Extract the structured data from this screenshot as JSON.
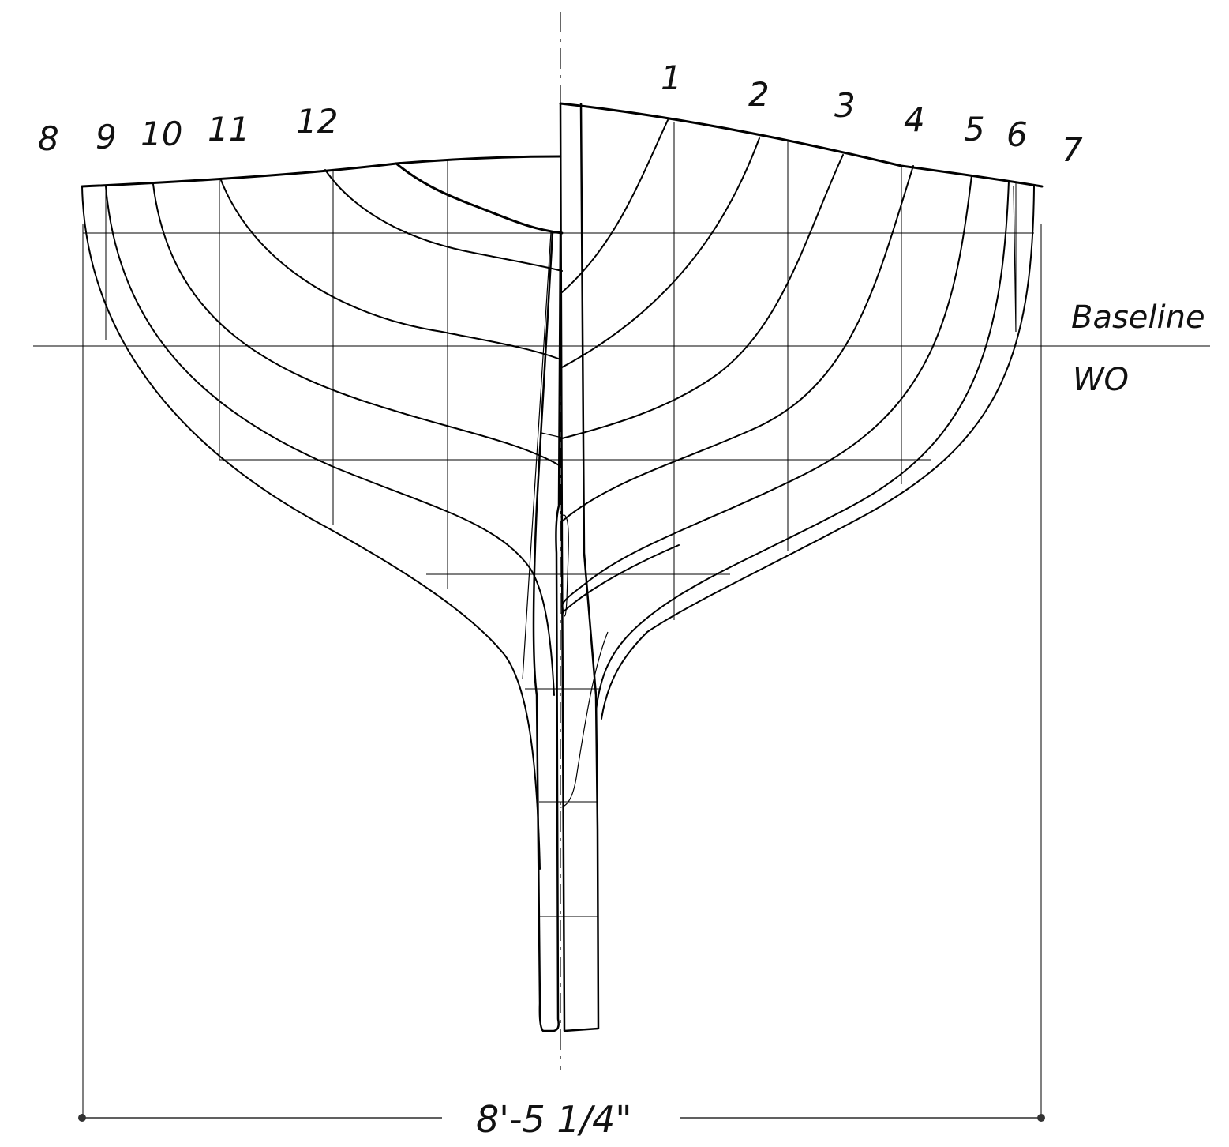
{
  "stations_left": [
    "8",
    "9",
    "10",
    "11",
    "12"
  ],
  "stations_right": [
    "1",
    "2",
    "3",
    "4",
    "5",
    "6",
    "7"
  ],
  "waterline_labels": {
    "baseline": "Baseline",
    "wo": "WO"
  },
  "dimension": {
    "overall_beam": "8'-5 1/4\""
  }
}
